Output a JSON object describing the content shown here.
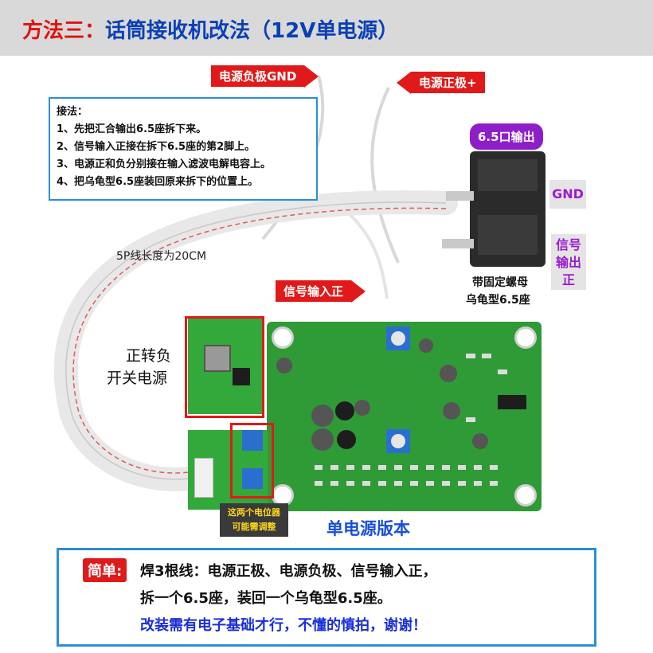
{
  "title": {
    "prefix": "方法三：",
    "main": "话筒接收机改法（12V单电源）"
  },
  "tags": {
    "gnd_power": "电源负极GND",
    "pos_power": "电源正极+",
    "signal_in": "信号输入正"
  },
  "instructions": {
    "heading": "接法：",
    "steps": [
      "1、先把汇合输出6.5座拆下来。",
      "2、信号输入正接在拆下6.5座的第2脚上。",
      "3、电源正和负分别接在输入滤波电解电容上。",
      "4、把乌龟型6.5座装回原来拆下的位置上。"
    ]
  },
  "jack": {
    "title": "6.5口输出",
    "gnd": "GND",
    "signal_out": "信号输出正",
    "caption_line1": "带固定螺母",
    "caption_line2": "乌龟型6.5座"
  },
  "cable_label": "5P线长度为20CM",
  "converter_label_line1": "正转负",
  "converter_label_line2": "开关电源",
  "pot_note_line1": "这两个电位器",
  "pot_note_line2": "可能需调整",
  "version_label": "单电源版本",
  "summary": {
    "badge": "简单:",
    "line1": "焊3根线：电源正极、电源负极、信号输入正，",
    "line2": "拆一个6.5座，装回一个乌龟型6.5座。",
    "line3": "改装需有电子基础才行，不懂的慎拍，谢谢！"
  },
  "colors": {
    "title_blue": "#0a3fb6",
    "title_red": "#e01010",
    "tag_red": "#e01a1a",
    "frame_blue": "#2a8fd6",
    "purple": "#8e1fc8",
    "pcb_green": "#2f9b36"
  }
}
